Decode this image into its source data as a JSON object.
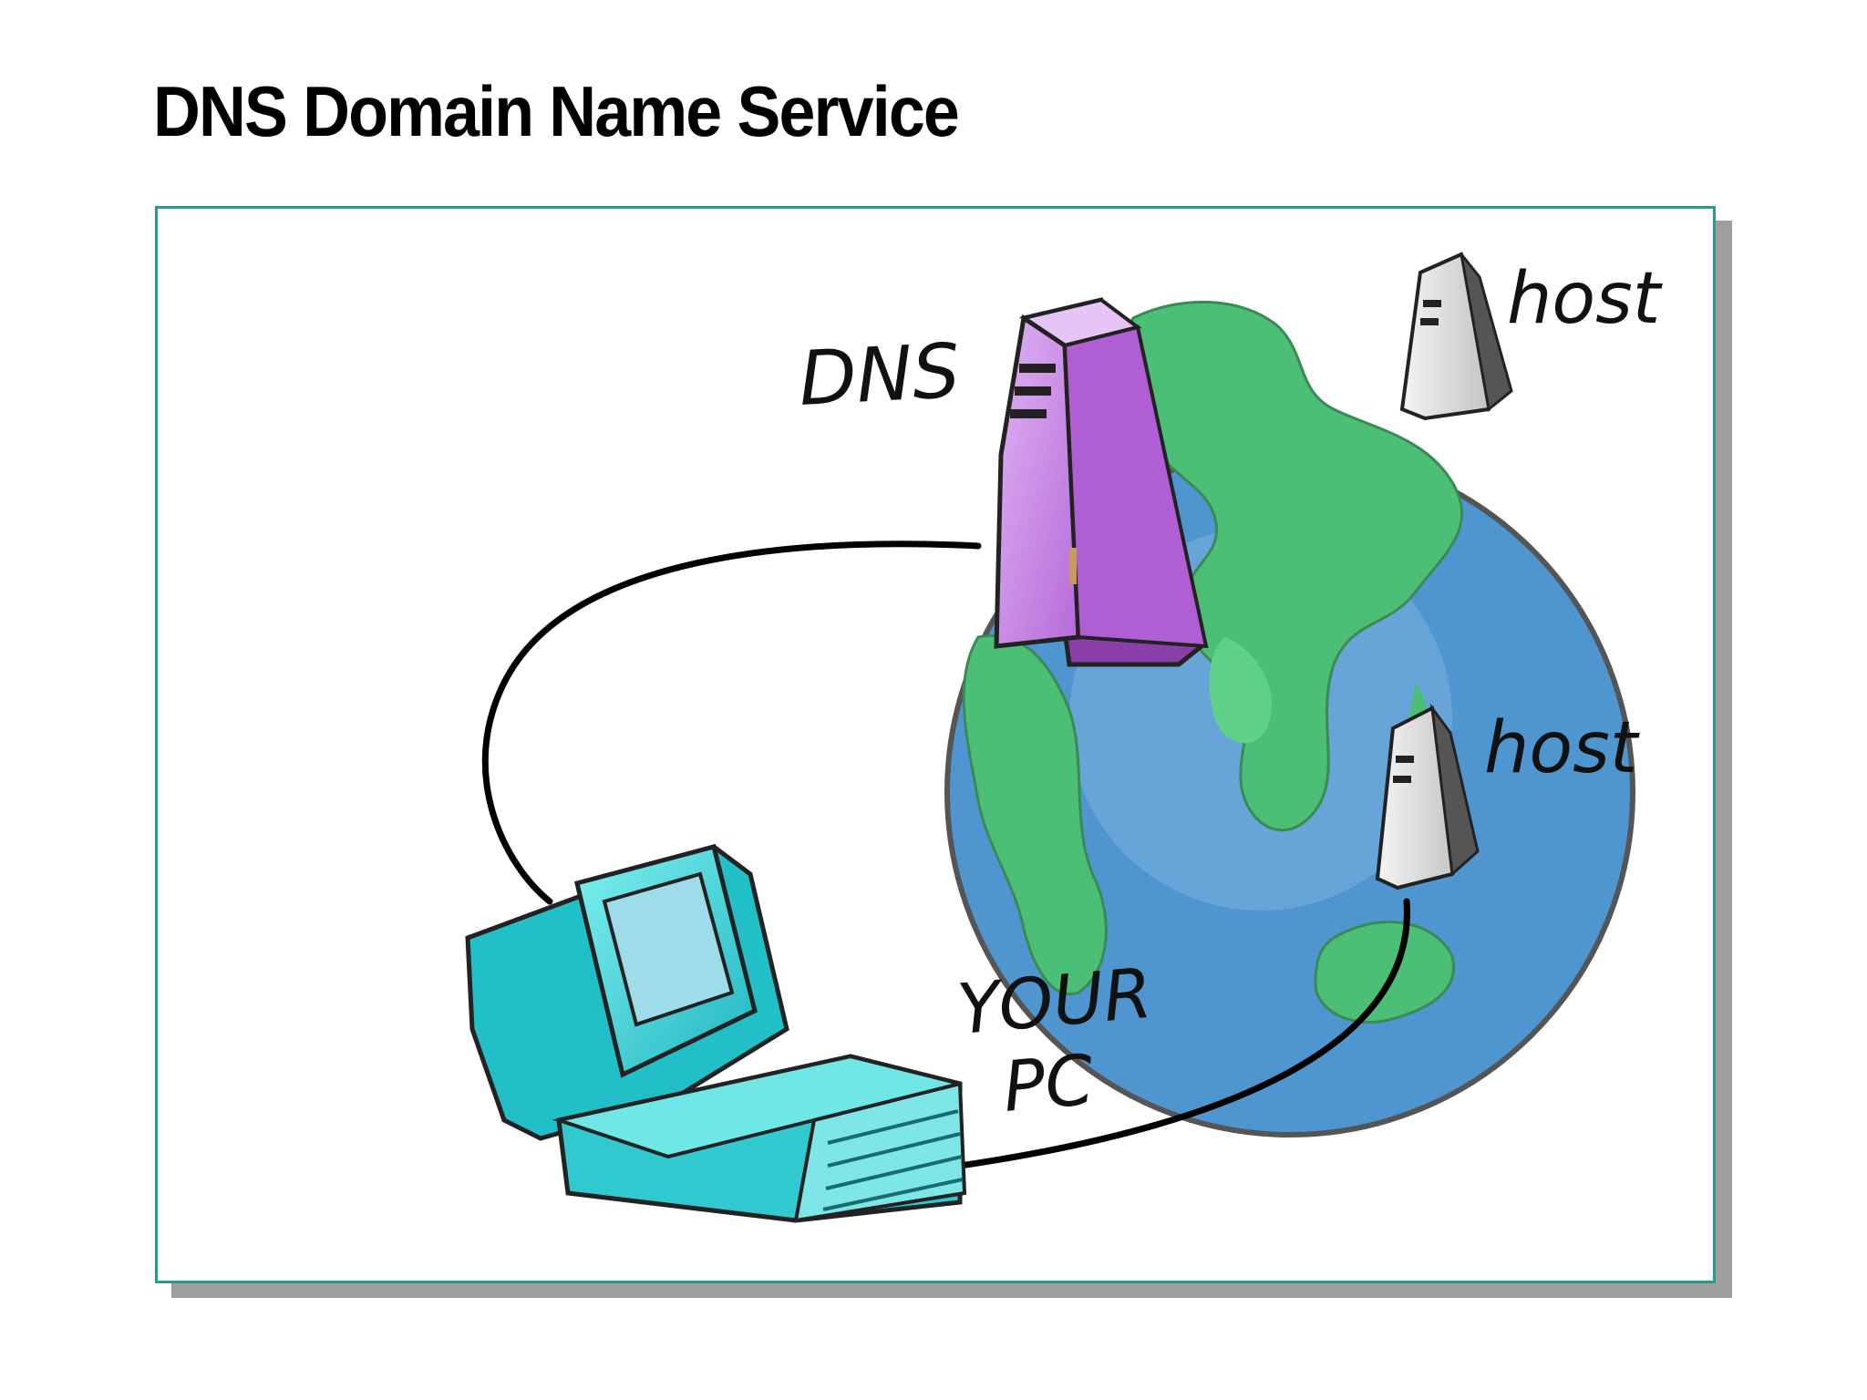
{
  "slide": {
    "title": "DNS Domain Name Service"
  },
  "diagram": {
    "labels": {
      "dns": "DNS",
      "host_top": "host",
      "host_bottom": "host",
      "your_line1": "YOUR",
      "your_line2": "PC"
    },
    "colors": {
      "frame_border": "#2a9a8a",
      "ocean": "#4f95cf",
      "land": "#4cbf76",
      "dns_server": "#c07ae0",
      "host_server": "#d8d8d8",
      "computer": "#3ed8d8",
      "link": "#000000"
    },
    "icons": [
      "globe-icon",
      "dns-server-icon",
      "host-server-icon",
      "host-server-icon",
      "computer-icon"
    ]
  }
}
